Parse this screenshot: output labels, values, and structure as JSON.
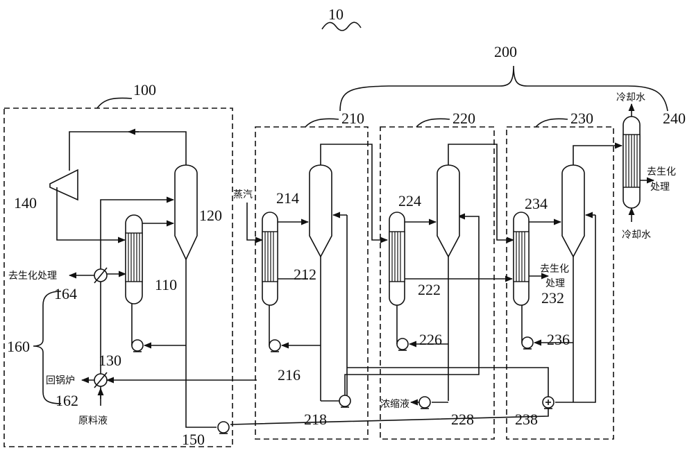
{
  "refs": {
    "system": "10",
    "group200": "200",
    "unit100": "100",
    "u110": "110",
    "u120": "120",
    "u130": "130",
    "u140": "140",
    "u150": "150",
    "u160": "160",
    "u162": "162",
    "u164": "164",
    "u210": "210",
    "u212": "212",
    "u214": "214",
    "u216": "216",
    "u218": "218",
    "u220": "220",
    "u222": "222",
    "u224": "224",
    "u226": "226",
    "u228": "228",
    "u230": "230",
    "u232": "232",
    "u234": "234",
    "u236": "236",
    "u238": "238",
    "u240": "240"
  },
  "labels": {
    "steam": "蒸汽",
    "to_biochem_left": "去生化处理",
    "return_boiler": "回锅炉",
    "raw_liquid": "原料液",
    "to_biochem_232_line1": "去生化",
    "to_biochem_232_line2": "处理",
    "cooling_water_in": "冷却水",
    "cooling_water_out": "冷却水",
    "to_biochem_240_line1": "去生化",
    "to_biochem_240_line2": "处理",
    "concentrate": "浓缩液"
  }
}
